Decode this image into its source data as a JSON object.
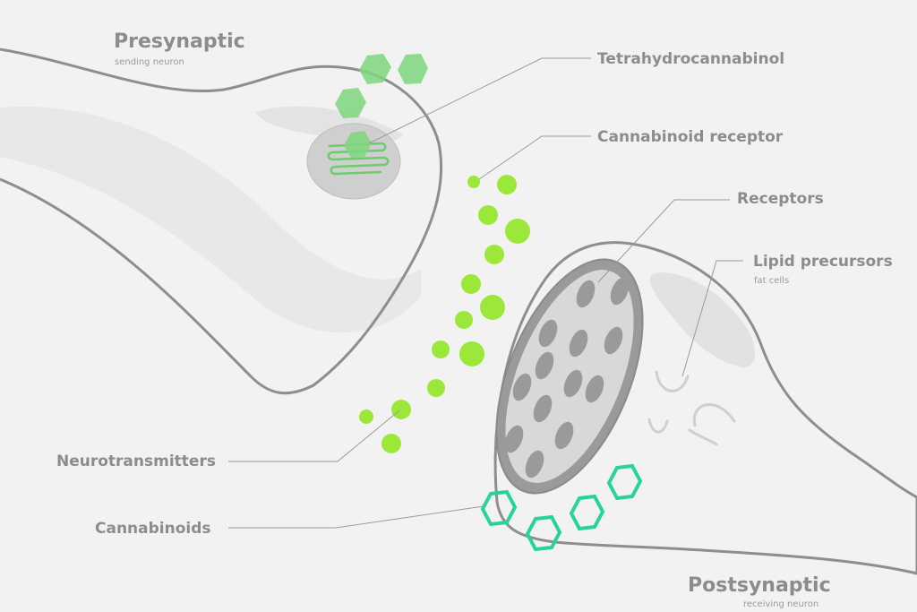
{
  "labels": {
    "presynaptic": "Presynaptic",
    "presynaptic_sub": "sending neuron",
    "postsynaptic": "Postsynaptic",
    "postsynaptic_sub": "receiving neuron",
    "thc": "Tetrahydrocannabinol",
    "cannabinoid_receptor": "Cannabinoid receptor",
    "receptors": "Receptors",
    "lipid_precursors": "Lipid precursors",
    "lipid_precursors_sub": "fat cells",
    "neurotransmitters": "Neurotransmitters",
    "cannabinoids": "Cannabinoids"
  },
  "colors": {
    "background": "#f2f2f2",
    "neuron_outline": "#8e8e8e",
    "neuron_fill": "#e6e6e6",
    "thc_green": "#7fd67f",
    "neurotransmitter_green": "#9be83a",
    "cannabinoid_teal": "#27d39a",
    "receptor_gray": "#9a9a9a"
  }
}
